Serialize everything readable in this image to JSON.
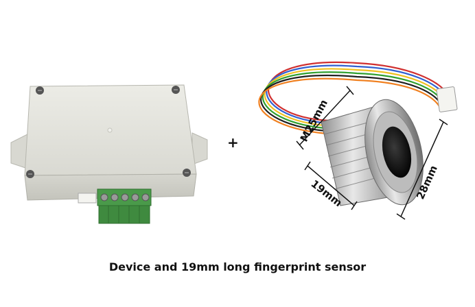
{
  "caption": "Device and 19mm long fingerprint sensor",
  "plus": "+",
  "dimensions": {
    "thread": "M25mm",
    "length": "19mm",
    "diameter": "28mm"
  },
  "colors": {
    "enclosure": "#e2e2dc",
    "terminal_block": "#4a9a4a",
    "dimension_lines": "#111111",
    "sensor_metal": "#c8c8c8"
  }
}
